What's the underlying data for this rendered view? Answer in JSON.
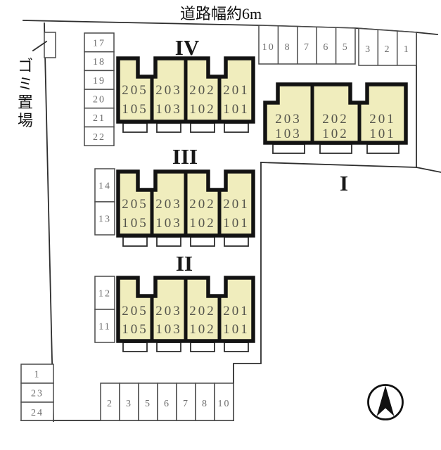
{
  "labels": {
    "road_width": "道路幅約6m",
    "garbage_full": "ゴミ置場",
    "garbage_chars": [
      "ゴ",
      "ミ",
      "置",
      "場"
    ]
  },
  "buildings": {
    "iv": {
      "label": "IV",
      "units": [
        {
          "upper": "205",
          "lower": "105"
        },
        {
          "upper": "203",
          "lower": "103"
        },
        {
          "upper": "202",
          "lower": "102"
        },
        {
          "upper": "201",
          "lower": "101"
        }
      ]
    },
    "iii": {
      "label": "III",
      "units": [
        {
          "upper": "205",
          "lower": "105"
        },
        {
          "upper": "203",
          "lower": "103"
        },
        {
          "upper": "202",
          "lower": "102"
        },
        {
          "upper": "201",
          "lower": "101"
        }
      ]
    },
    "ii": {
      "label": "II",
      "units": [
        {
          "upper": "205",
          "lower": "105"
        },
        {
          "upper": "203",
          "lower": "103"
        },
        {
          "upper": "202",
          "lower": "102"
        },
        {
          "upper": "201",
          "lower": "101"
        }
      ]
    },
    "i": {
      "label": "I",
      "units": [
        {
          "upper": "203",
          "lower": "103"
        },
        {
          "upper": "202",
          "lower": "102"
        },
        {
          "upper": "201",
          "lower": "101"
        }
      ]
    }
  },
  "parking": {
    "top_row_left": [
      "10",
      "8",
      "7",
      "6",
      "5"
    ],
    "top_row_right": [
      "3",
      "2",
      "1"
    ],
    "west_column": [
      "17",
      "18",
      "19",
      "20",
      "21",
      "22"
    ],
    "west_mid_upper": [
      "14",
      "13"
    ],
    "west_mid_lower": [
      "12",
      "11"
    ],
    "southwest_column": [
      "1",
      "23",
      "24"
    ],
    "south_row": [
      "2",
      "3",
      "5",
      "6",
      "7",
      "8",
      "10"
    ]
  },
  "compass": {
    "icon": "north-arrow"
  },
  "colors": {
    "building_fill": "#f0edbd",
    "building_outline": "#131313",
    "unit_text": "#54544b",
    "parking_text": "#6e6e6e",
    "boundary_line": "#2e2e2e"
  }
}
